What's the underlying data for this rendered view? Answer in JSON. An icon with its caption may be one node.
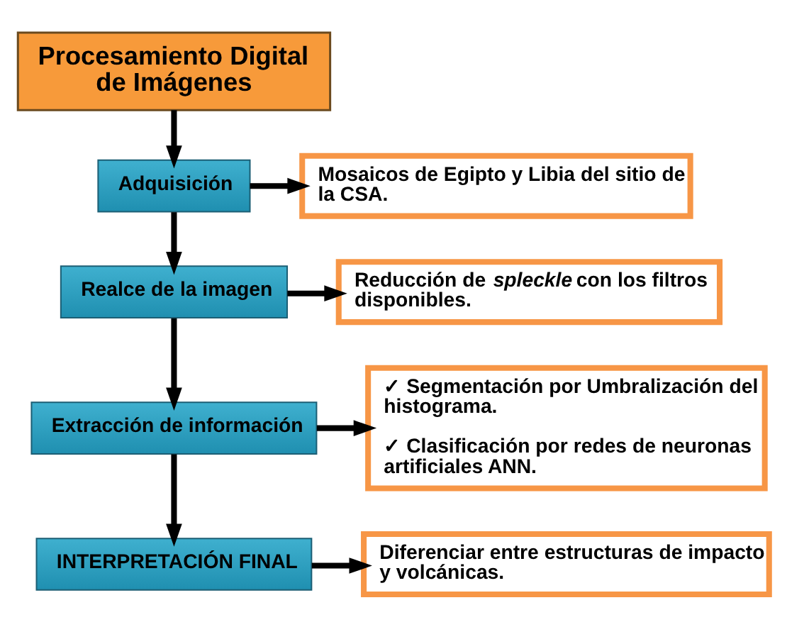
{
  "diagram": {
    "nodes": [
      {
        "text": [
          "Procesamiento Digital de Imágenes"
        ]
      },
      {
        "text": [
          "Adquisición"
        ]
      },
      {
        "text": [
          "Mosaicos de Egipto y Libia del sitio de la CSA."
        ]
      },
      {
        "text": [
          "Realce de la imagen"
        ]
      },
      {
        "text": [
          "Reducción de *spleckle* con los filtros disponibles."
        ]
      },
      {
        "text": [
          "Extracción de información"
        ]
      },
      {
        "text": [
          "✓ Segmentación por Umbralización del histograma.",
          "✓ Clasificación por redes de neuronas artificiales ANN."
        ]
      },
      {
        "text": [
          "INTERPRETACIÓN FINAL"
        ]
      },
      {
        "text": [
          "Diferenciar entre estructuras de impacto y volcánicas."
        ]
      }
    ],
    "edges": [
      {
        "from": 0,
        "to": 1,
        "arrow": "to"
      },
      {
        "from": 1,
        "to": 2,
        "arrow": "to"
      },
      {
        "from": 1,
        "to": 3,
        "arrow": "to"
      },
      {
        "from": 3,
        "to": 4,
        "arrow": "to"
      },
      {
        "from": 3,
        "to": 5,
        "arrow": "to"
      },
      {
        "from": 5,
        "to": 6,
        "arrow": "to"
      },
      {
        "from": 5,
        "to": 7,
        "arrow": "to"
      },
      {
        "from": 7,
        "to": 8,
        "arrow": "to"
      }
    ]
  }
}
